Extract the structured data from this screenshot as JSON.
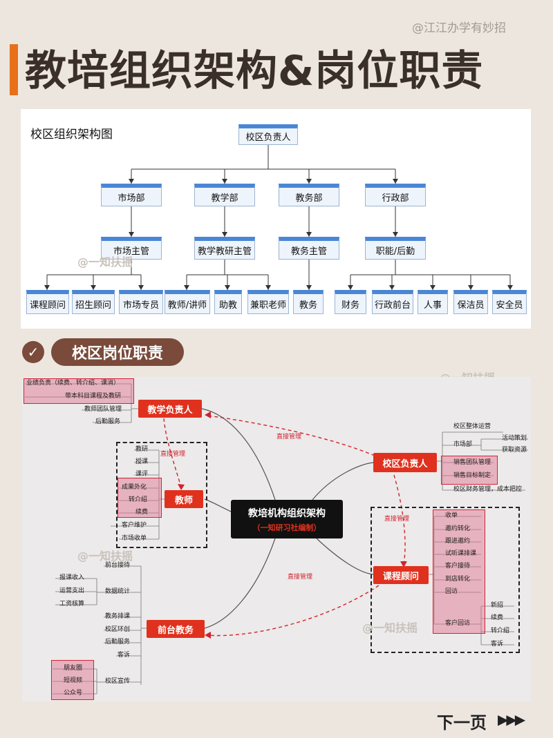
{
  "header": {
    "handle": "@江江办学有妙招",
    "title": "教培组织架构&岗位职责"
  },
  "org_chart": {
    "caption": "校区组织架构图",
    "root": "校区负责人",
    "departments": [
      "市场部",
      "教学部",
      "教务部",
      "行政部"
    ],
    "managers": [
      "市场主管",
      "教学教研主管",
      "教务主管",
      "职能/后勤"
    ],
    "staff": [
      "课程顾问",
      "招生顾问",
      "市场专员",
      "教师/讲师",
      "助教",
      "兼职老师",
      "教务",
      "财务",
      "行政前台",
      "人事",
      "保洁员",
      "安全员"
    ]
  },
  "section2": {
    "title": "校区岗位职责"
  },
  "mindmap": {
    "watermark": "@一知扶摇",
    "center": {
      "title": "教培机构组织架构",
      "subtitle": "（一知研习社编制）"
    },
    "relation_label": "直接管理",
    "teaching_head": {
      "label": "教学负责人",
      "items": [
        "业绩负责（续费、转介绍、课消）",
        "带本科目课程及教研",
        "教师团队管理",
        "后勤服务"
      ]
    },
    "teacher": {
      "label": "教师",
      "items": [
        "教研",
        "授课",
        "课评",
        "成果外化",
        "转介绍",
        "续费",
        "客户维护",
        "市场收单"
      ]
    },
    "front_desk": {
      "label": "前台教务",
      "items": [
        "前台接待",
        "数据统计",
        "教务排课",
        "校区环创",
        "后勤服务",
        "客诉",
        "校区宣传"
      ],
      "data_subitems": [
        "报课收入",
        "运营支出",
        "工资核算"
      ],
      "promo_subitems": [
        "朋友圈",
        "短视频",
        "公众号"
      ]
    },
    "campus_head": {
      "label": "校区负责人",
      "items": [
        "校区整体运营",
        "市场部",
        "销售团队管理",
        "销售目标制定",
        "校区财务管理，成本把控"
      ],
      "market_subitems": [
        "活动策划",
        "获取资源"
      ]
    },
    "consultant": {
      "label": "课程顾问",
      "items": [
        "收单",
        "邀约转化",
        "跟进邀约",
        "试听课排课",
        "客户接待",
        "到店转化",
        "回访",
        "客户回访"
      ],
      "followup_subitems": [
        "新招",
        "续费",
        "转介绍",
        "客诉"
      ]
    }
  },
  "footer": {
    "next": "下一页",
    "arrows": "▶▶▶"
  }
}
